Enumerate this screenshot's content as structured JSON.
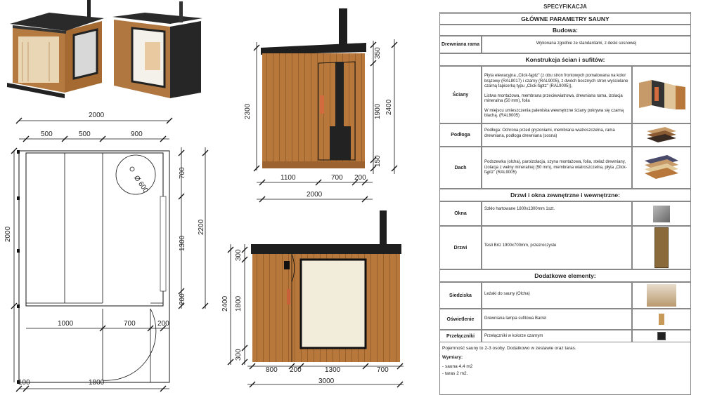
{
  "plan": {
    "top_total": "2000",
    "top_segments": [
      "500",
      "500",
      "900"
    ],
    "left_height": "2000",
    "right_segments": [
      "700",
      "1300",
      "200"
    ],
    "right_total": "2200",
    "circle_label": "Ø 600",
    "bottom_segments": [
      "1000",
      "700",
      "200"
    ],
    "bottom_small": "100",
    "bottom_total": "1800"
  },
  "side_view": {
    "left_height": "2300",
    "right_total": "2400",
    "right_segments": [
      "350",
      "1900",
      "150"
    ],
    "bottom_segments": [
      "1100",
      "700",
      "200"
    ],
    "bottom_total": "2000"
  },
  "front_view": {
    "left_total": "2400",
    "left_segments": [
      "300",
      "1800",
      "300"
    ],
    "bottom_segments": [
      "800",
      "200",
      "1300",
      "700"
    ],
    "bottom_total": "3000"
  },
  "spec": {
    "title": "SPECYFIKACJA",
    "main_header": "GŁÓWNE PARAMETRY SAUNY",
    "sec_budowa": "Budowa:",
    "rama_label": "Drewniana rama",
    "rama_text": "Wykonana zgodnie ze standardami, z deski sosnowej",
    "sec_konstrukcja": "Konstrukcja ścian i sufitów:",
    "sciany_label": "Ściany",
    "sciany_text_1": "Płyta elewacyjna „Click-fąptz\" (z obu stron frontowych pomalowana na kolor brązowy (RAL8017) i czarny (RAL9005), z dwóch bocznych stron wyścielane czarną tapicerką typu „Click-fąptz\" (RAL9005)),",
    "sciany_text_2": "Listwa montażowa, membrana przeciwwiatrowa, drewniana rama, izolacja mineralna (50 mm), folia",
    "sciany_text_3": "W miejscu umieszczenia paleniska wewnętrzne ściany pokrywa się czarną blachą. (RAL9005)",
    "podloga_label": "Podłoga",
    "podloga_text": "Podłoga: Ochrona przed gryzoniami, membrana wiatroszczelna, rama drewniana, podłoga drewniana (sosna)",
    "dach_label": "Dach",
    "dach_text": "Podszewka (olcha), paroizolacja, szyna montażowa, folia, stelaż drewniany, izolacja z wełny mineralnej (50 mm), membrana wiatroszczelna, płyta „Click-fąptz\" (RAL9005)",
    "sec_drzwi": "Drzwi i okna zewnętrzne i wewnętrzne:",
    "okna_label": "Okna",
    "okna_text": "Szkło hartowane 1800x1300mm 1szt.",
    "drzwi_label": "Drzwi",
    "drzwi_text": "Tesli Briz 1900x700mm,  przezroczyste",
    "sec_dodatkowe": "Dodatkowe elementy:",
    "siedziska_label": "Siedziska",
    "siedziska_text": "Leżaki do sauny (Olcha)",
    "oswietlenie_label": "Oświetlenie",
    "oswietlenie_text": "Drewniana lampa sufitowa Barrel",
    "przelaczniki_label": "Przełączniki",
    "przelaczniki_text": "Przełączniki w kolorze czarnym",
    "capacity": "Pojemność sauny to 2-3 osoby. Dodatkowo w zestawie oraz taras.",
    "wymiary": "Wymiary:",
    "dim_1": "- sauna 4,4 m2",
    "dim_2": "- taras 2 m2."
  }
}
